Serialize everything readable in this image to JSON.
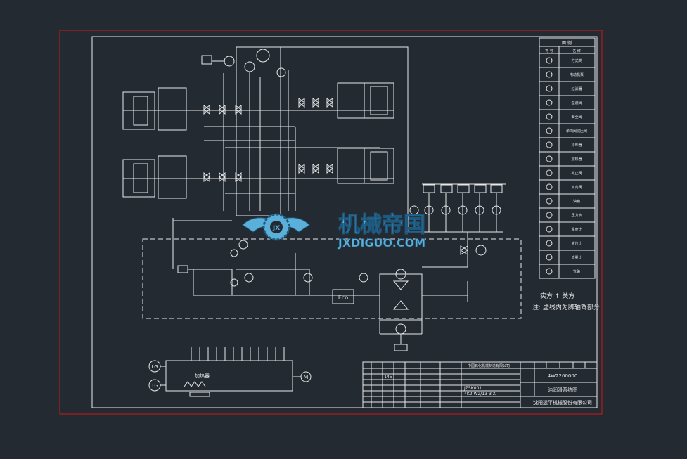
{
  "colors": {
    "background": "#232a32",
    "line": "#e8e8e8",
    "border_red": "#d01818",
    "watermark_blue": "#5ab0d8",
    "watermark_dark": "#1e5a80"
  },
  "diagram": {
    "note_line1": "实方 ↑ 关方",
    "note_line2": "注: 虚线内为脚轴驾部分",
    "meter_labels": [
      "LG",
      "TG"
    ],
    "heater_label": "加热器",
    "motor_symbol": "M",
    "eco_label": "Eco"
  },
  "watermark": {
    "title": "机械帝国",
    "subtitle": "JXDIGUO.COM",
    "emblem": "JX"
  },
  "legend": {
    "title": "图 例",
    "header_symbol": "符 号",
    "header_name": "名 称",
    "rows": [
      {
        "icon": "step-line-icon",
        "name": "方式类"
      },
      {
        "icon": "motor-pump-icon",
        "name": "电动机泵"
      },
      {
        "icon": "diamond-icon",
        "name": "过滤器"
      },
      {
        "icon": "relief-valve-icon",
        "name": "溢流阀"
      },
      {
        "icon": "pressure-valve-icon",
        "name": "安全阀"
      },
      {
        "icon": "check-relief-icon",
        "name": "单向阀减压阀"
      },
      {
        "icon": "cooler-icon",
        "name": "冷却器"
      },
      {
        "icon": "heater-box-icon",
        "name": "加热器"
      },
      {
        "icon": "gate-valve-icon",
        "name": "截止阀"
      },
      {
        "icon": "check-valve-icon",
        "name": "单向阀"
      },
      {
        "icon": "tank-icon",
        "name": "油箱"
      },
      {
        "icon": "circle-icon",
        "name": "压力表"
      },
      {
        "icon": "circle-minus-icon",
        "name": "温度计"
      },
      {
        "icon": "circle-bar-icon",
        "name": "液位计"
      },
      {
        "icon": "circle-cross-icon",
        "name": "流量计"
      },
      {
        "icon": "line-icon",
        "name": "管路"
      }
    ]
  },
  "title_block": {
    "company": "中国石化机械制造有限公司",
    "drawing_no": "4W2200000",
    "drawing_title": "油润滑系统图",
    "company_bottom": "沈阳透平机械股份有限公司",
    "scale": "145",
    "code": "JZ5K001",
    "spec": "4K2-W2/13-3-X"
  }
}
